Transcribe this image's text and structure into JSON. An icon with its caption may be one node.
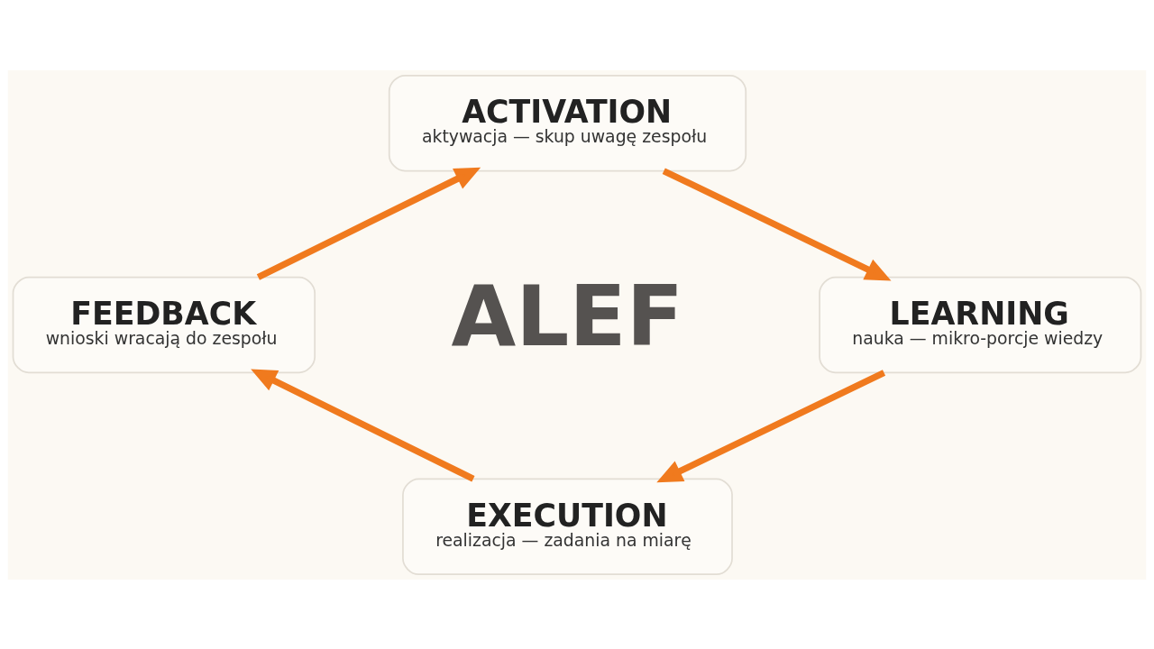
{
  "diagram": {
    "nodes": [
      {
        "text": [
          "ACTIVATION",
          "aktywacja — skup uwagę zespołu"
        ]
      },
      {
        "text": [
          "LEARNING",
          "nauka — mikro-porcje wiedzy"
        ]
      },
      {
        "text": [
          "EXECUTION",
          "realizacja — zadania na miarę"
        ]
      },
      {
        "text": [
          "FEEDBACK",
          "wnioski wracają do zespołu"
        ]
      }
    ],
    "edges": [
      {
        "from": 0,
        "to": 1,
        "arrow": "to"
      },
      {
        "from": 1,
        "to": 2,
        "arrow": "to"
      },
      {
        "from": 2,
        "to": 3,
        "arrow": "to"
      },
      {
        "from": 3,
        "to": 0,
        "arrow": "to"
      }
    ],
    "labels": [
      "ALEF"
    ]
  }
}
